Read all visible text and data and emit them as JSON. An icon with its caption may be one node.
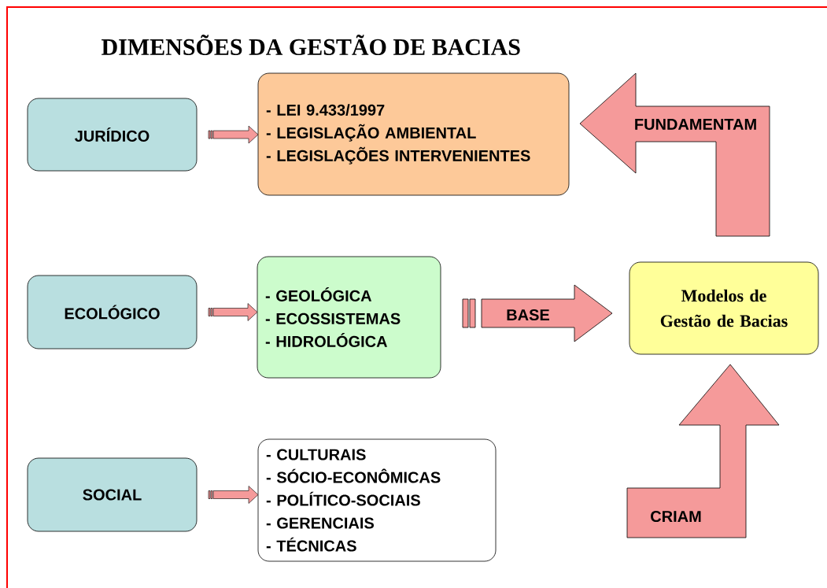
{
  "diagram": {
    "title": "DIMENSÕES DA GESTÃO DE BACIAS",
    "nodes": [
      {
        "text": [
          "JURÍDICO"
        ]
      },
      {
        "text": [
          "- LEI 9.433/1997",
          "- LEGISLAÇÃO AMBIENTAL",
          "- LEGISLAÇÕES INTERVENIENTES"
        ]
      },
      {
        "text": [
          "ECOLÓGICO"
        ]
      },
      {
        "text": [
          "- GEOLÓGICA",
          "- ECOSSISTEMAS",
          "- HIDROLÓGICA"
        ]
      },
      {
        "text": [
          "SOCIAL"
        ]
      },
      {
        "text": [
          "- CULTURAIS",
          "- SÓCIO-ECONÔMICAS",
          "- POLÍTICO-SOCIAIS",
          "- GERENCIAIS",
          "- TÉCNICAS"
        ]
      },
      {
        "text": [
          "Modelos de Gestão de Bacias"
        ]
      }
    ],
    "edges": [
      {
        "from": 0,
        "to": 1,
        "arrow": "to"
      },
      {
        "from": 6,
        "to": 1,
        "arrow": "to",
        "label": "FUNDAMENTAM",
        "style": "thick"
      },
      {
        "from": 2,
        "to": 3,
        "arrow": "to"
      },
      {
        "from": 3,
        "to": 6,
        "arrow": "to",
        "label": "BASE",
        "style": "thick"
      },
      {
        "from": 4,
        "to": 5,
        "arrow": "to"
      },
      {
        "from": null,
        "to": 6,
        "arrow": "to",
        "label": "CRIAM",
        "style": "thick"
      }
    ]
  }
}
